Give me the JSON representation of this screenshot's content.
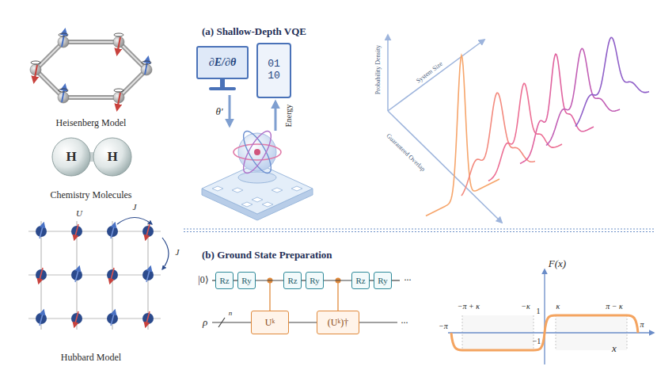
{
  "diagram": {
    "nodes": [
      {
        "text": [
          "∂E/∂θ"
        ]
      },
      {
        "text": [
          "01 10"
        ]
      },
      {
        "text": [
          "Rz"
        ]
      },
      {
        "text": [
          "Ry"
        ]
      },
      {
        "text": [
          "Rz"
        ]
      },
      {
        "text": [
          "Ry"
        ]
      },
      {
        "text": [
          "Rz"
        ]
      },
      {
        "text": [
          "Ry"
        ]
      },
      {
        "text": [
          "Uᵏ"
        ]
      },
      {
        "text": [
          "(Uᵏ)†"
        ]
      }
    ],
    "edges": [
      {
        "from": 2,
        "to": 3,
        "arrow": "none"
      },
      {
        "from": 3,
        "to": 4,
        "arrow": "none"
      },
      {
        "from": 4,
        "to": 5,
        "arrow": "none"
      },
      {
        "from": 5,
        "to": 6,
        "arrow": "none"
      },
      {
        "from": 6,
        "to": 7,
        "arrow": "none"
      },
      {
        "from": 8,
        "to": 9,
        "arrow": "none"
      }
    ],
    "labels": [
      "Heisenberg Model",
      "H",
      "H",
      "Chemistry Molecules",
      "U",
      "J",
      "J",
      "Hubbard Model",
      "(a) Shallow-Depth VQE",
      "θ′",
      "Energy",
      "Probability Density",
      "System Size",
      "Guaranteed Overlap",
      "(b) Ground State Preparation",
      "|0⟩",
      "ρ",
      "n",
      "...",
      "...",
      "F(x)",
      "−π + κ",
      "−κ",
      "1",
      "κ",
      "π − κ",
      "−π",
      "π",
      "−1",
      "x"
    ]
  }
}
